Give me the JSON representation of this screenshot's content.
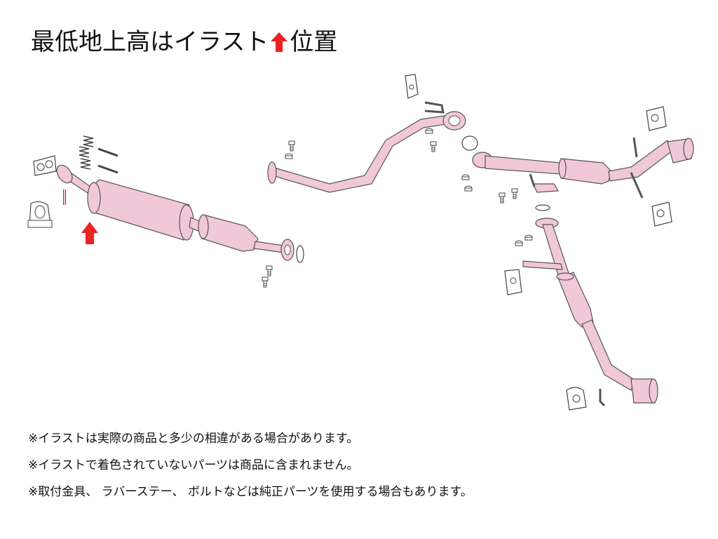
{
  "title": {
    "before_arrow": "最低地上高はイラスト",
    "after_arrow": "位置"
  },
  "colors": {
    "part_fill": "#f0c8d8",
    "part_stroke": "#555555",
    "hardware_stroke": "#444444",
    "arrow": "#ee2222",
    "text": "#111111"
  },
  "notes": [
    "※イラストは実際の商品と多少の相違がある場合があります。",
    "※イラストで着色されていないパーツは商品に含まれません。",
    "※取付金具、 ラバーステー、 ボルトなどは純正パーツを使用する場合もあります。"
  ]
}
